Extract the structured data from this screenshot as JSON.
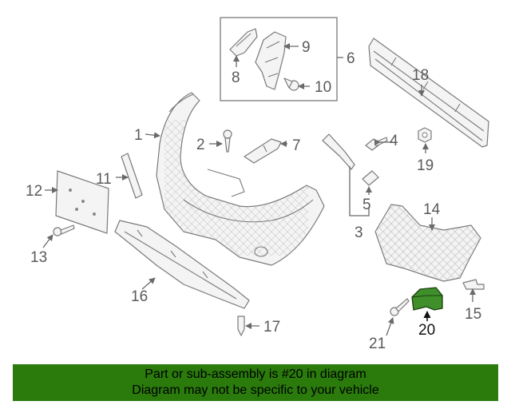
{
  "highlight_color": "#2a7a0c",
  "callouts": [
    {
      "id": "1",
      "text": "1"
    },
    {
      "id": "2",
      "text": "2"
    },
    {
      "id": "3",
      "text": "3"
    },
    {
      "id": "4",
      "text": "4"
    },
    {
      "id": "5",
      "text": "5"
    },
    {
      "id": "6",
      "text": "6"
    },
    {
      "id": "7",
      "text": "7"
    },
    {
      "id": "8",
      "text": "8"
    },
    {
      "id": "9",
      "text": "9"
    },
    {
      "id": "10",
      "text": "10"
    },
    {
      "id": "11",
      "text": "11"
    },
    {
      "id": "12",
      "text": "12"
    },
    {
      "id": "13",
      "text": "13"
    },
    {
      "id": "14",
      "text": "14"
    },
    {
      "id": "15",
      "text": "15"
    },
    {
      "id": "16",
      "text": "16"
    },
    {
      "id": "17",
      "text": "17"
    },
    {
      "id": "18",
      "text": "18"
    },
    {
      "id": "19",
      "text": "19"
    },
    {
      "id": "20",
      "text": "20"
    },
    {
      "id": "21",
      "text": "21"
    }
  ],
  "banner": {
    "line1": "Part or sub-assembly is #20 in diagram",
    "line2": "Diagram may not be specific to your vehicle"
  }
}
